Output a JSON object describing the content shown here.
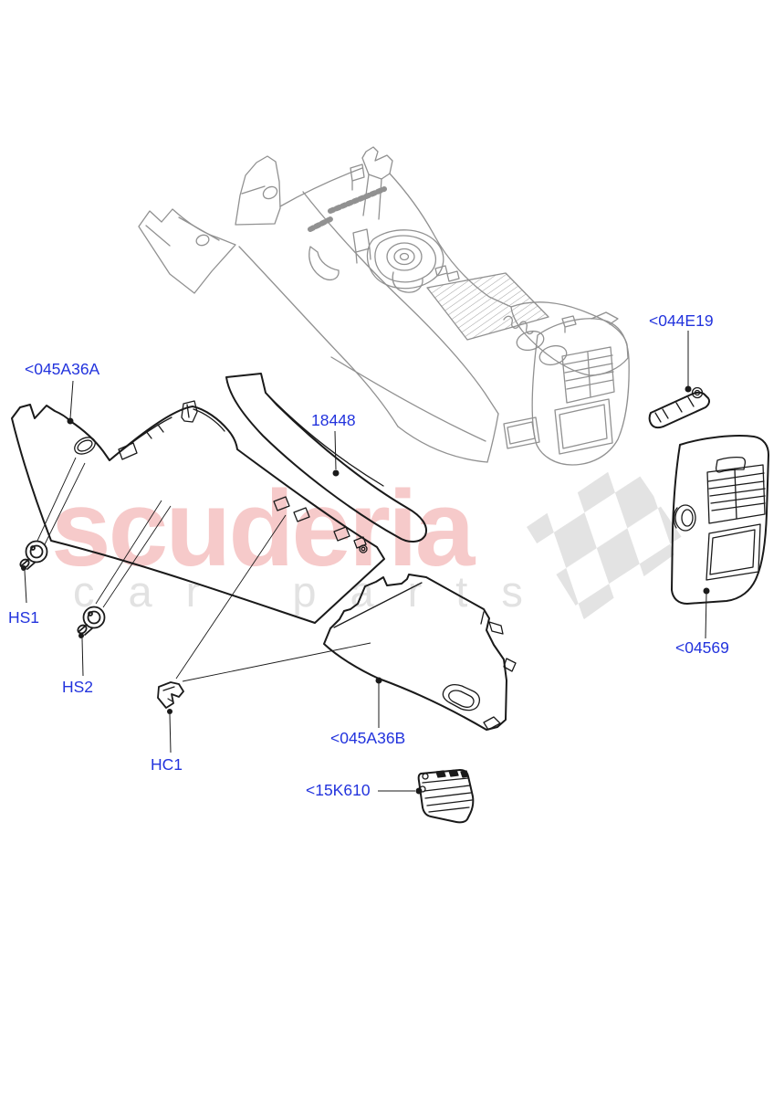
{
  "watermark": {
    "brand": "scuderia",
    "subtext": "car parts"
  },
  "parts": {
    "panel_left_label": "<045A36A",
    "trim_strip_label": "18448",
    "rear_bracket_label": "<044E19",
    "rear_vent_panel_label": "<04569",
    "panel_right_label": "<045A36B",
    "vent_grille_label": "<15K610",
    "screw1_label": "HS1",
    "screw2_label": "HS2",
    "clip_label": "HC1"
  },
  "colors": {
    "label_blue": "#2233dd",
    "watermark_pink": "#f6caca",
    "watermark_gray": "#e2e2e2",
    "flag_gray": "#e3e3e3",
    "line_dark": "#1a1a1a",
    "line_gray": "#919191",
    "background": "#ffffff"
  }
}
